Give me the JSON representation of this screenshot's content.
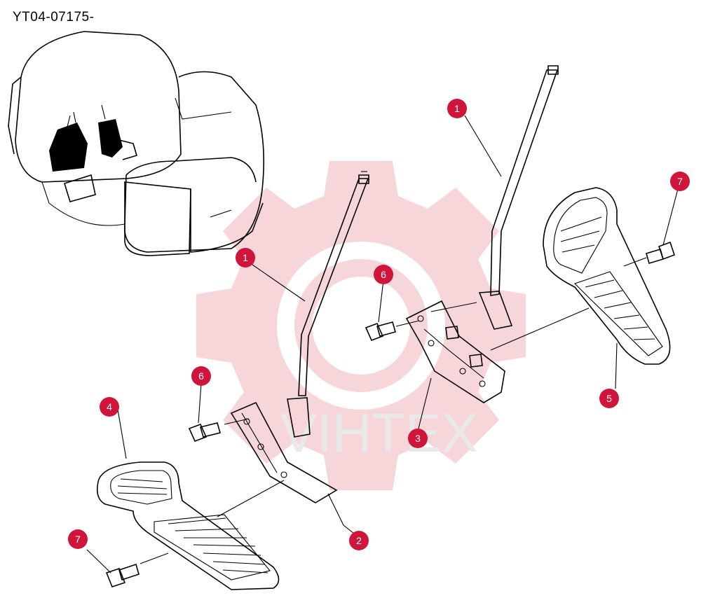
{
  "title": "YT04-07175-",
  "watermark_text": "VIHTEX",
  "colors": {
    "callout_fill": "#d0143a",
    "line": "#000000",
    "watermark_gear": "#f6cfd3",
    "watermark_text": "#e9e9e9"
  },
  "callouts": [
    {
      "id": "c1a",
      "label": "1"
    },
    {
      "id": "c1b",
      "label": "1"
    },
    {
      "id": "c2",
      "label": "2"
    },
    {
      "id": "c3",
      "label": "3"
    },
    {
      "id": "c4",
      "label": "4"
    },
    {
      "id": "c5",
      "label": "5"
    },
    {
      "id": "c6a",
      "label": "6"
    },
    {
      "id": "c6b",
      "label": "6"
    },
    {
      "id": "c7a",
      "label": "7"
    },
    {
      "id": "c7b",
      "label": "7"
    }
  ]
}
